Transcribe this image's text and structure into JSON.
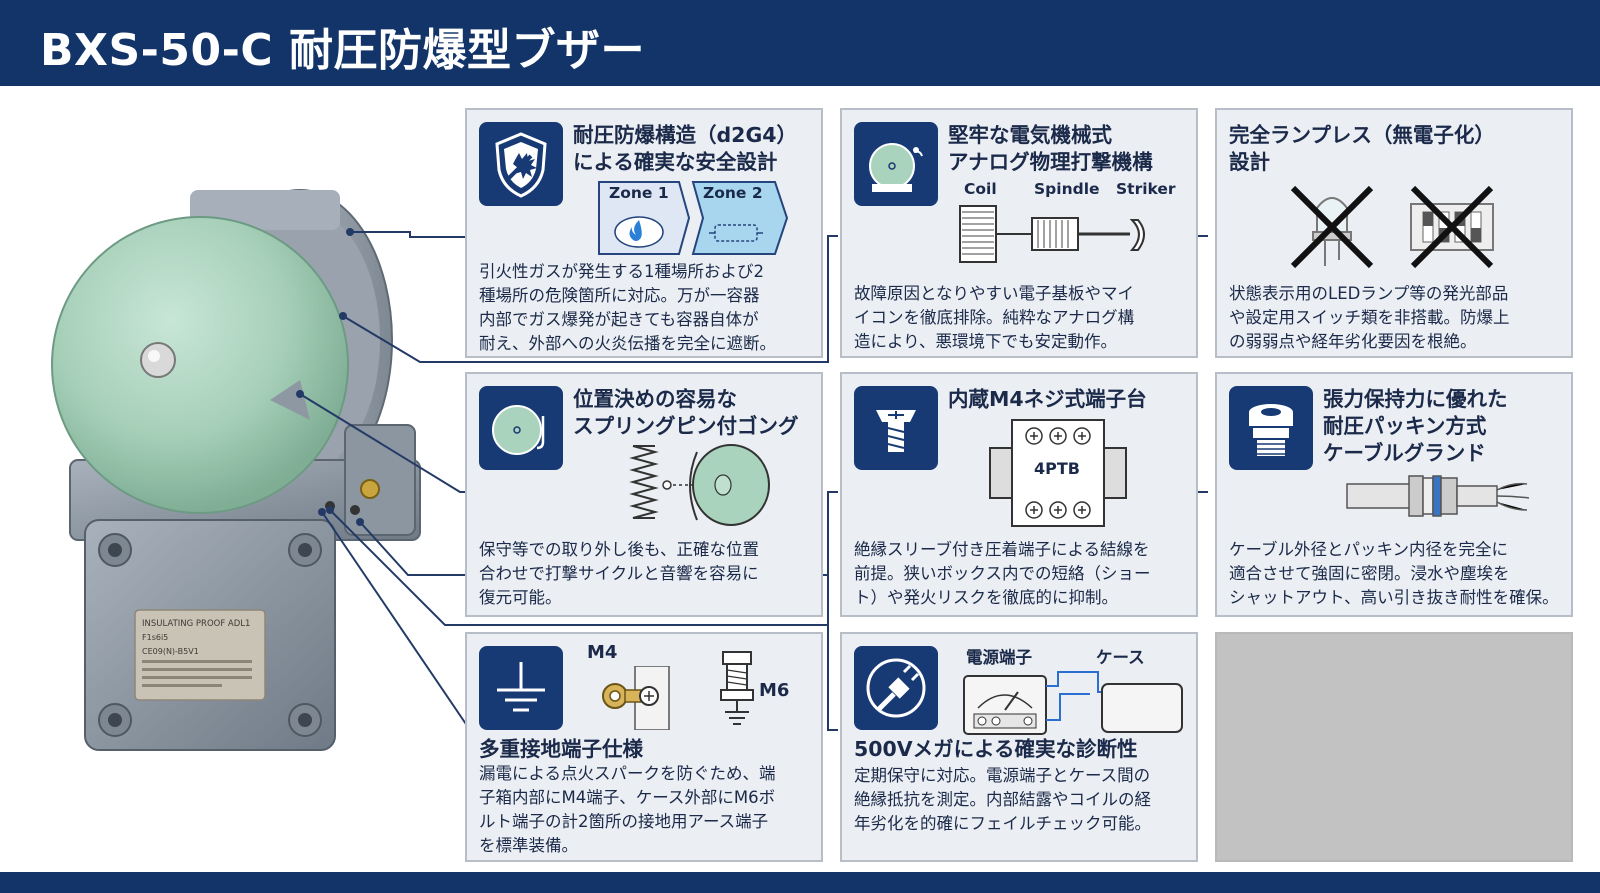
{
  "header": {
    "title": "BXS-50-C 耐圧防爆型ブザー"
  },
  "nameplate": {
    "line1": "INSULATING PROOF ADL1",
    "line2": "F1s6i5",
    "line3": "CE09(N)-B5V1"
  },
  "panels": {
    "p1": {
      "icon": "shield-explosion-icon",
      "title": [
        "耐圧防爆構造（d2G4）",
        "による確実な安全設計"
      ],
      "zone1": "Zone 1",
      "zone2": "Zone 2",
      "body": [
        "引火性ガスが発生する1種場所および2",
        "種場所の危険箇所に対応。万が一容器",
        "内部でガス爆発が起きても容器自体が",
        "耐え、外部への火炎伝播を完全に遮断。"
      ]
    },
    "p2": {
      "icon": "bell-striker-icon",
      "title": [
        "堅牢な電気機械式",
        "アナログ物理打撃機構"
      ],
      "coil": "Coil",
      "spindle": "Spindle",
      "striker": "Striker",
      "body": [
        "故障原因となりやすい電子基板やマイ",
        "イコンを徹底排除。純粋なアナログ構",
        "造により、悪環境下でも安定動作。"
      ]
    },
    "p3": {
      "title": [
        "完全ランプレス（無電子化）",
        "設計"
      ],
      "body": [
        "状態表示用のLEDランプ等の発光部品",
        "や設定用スイッチ類を非搭載。防爆上",
        "の弱弱点や経年劣化要因を根絶。"
      ]
    },
    "p4": {
      "icon": "gong-pin-icon",
      "title": [
        "位置決めの容易な",
        "スプリングピン付ゴング"
      ],
      "body": [
        "保守等での取り外し後も、正確な位置",
        "合わせで打撃サイクルと音響を容易に",
        "復元可能。"
      ]
    },
    "p5": {
      "icon": "screw-icon",
      "title": "内蔵M4ネジ式端子台",
      "terminal_label": "4PTB",
      "body": [
        "絶縁スリーブ付き圧着端子による結線を",
        "前提。狭いボックス内での短絡（ショー",
        "ト）や発火リスクを徹底的に抑制。"
      ]
    },
    "p6": {
      "icon": "cable-gland-icon",
      "title": [
        "張力保持力に優れた",
        "耐圧パッキン方式",
        "ケーブルグランド"
      ],
      "body": [
        "ケーブル外径とパッキン内径を完全に",
        "適合させて強固に密閉。浸水や塵埃を",
        "シャットアウト、高い引き抜き耐性を確保。"
      ]
    },
    "p7": {
      "icon": "ground-icon",
      "m4": "M4",
      "m6": "M6",
      "title": "多重接地端子仕様",
      "body": [
        "漏電による点火スパークを防ぐため、端",
        "子箱内部にM4端子、ケース外部にM6ボ",
        "ルト端子の計2箇所の接地用アース端子",
        "を標準装備。"
      ]
    },
    "p8": {
      "icon": "megger-probe-icon",
      "power_terminal": "電源端子",
      "case": "ケース",
      "title": "500Vメガによる確実な診断性",
      "body": [
        "定期保守に対応。電源端子とケース間の",
        "絶縁抵抗を測定。内部結露やコイルの経",
        "年劣化を的確にフェイルチェック可能。"
      ]
    }
  },
  "colors": {
    "navy": "#123468",
    "panel_bg": "#ebeef2",
    "bell_green": "#a9d3bd",
    "body_grey": "#8e98a3",
    "empty_panel": "#c2c2c2"
  }
}
